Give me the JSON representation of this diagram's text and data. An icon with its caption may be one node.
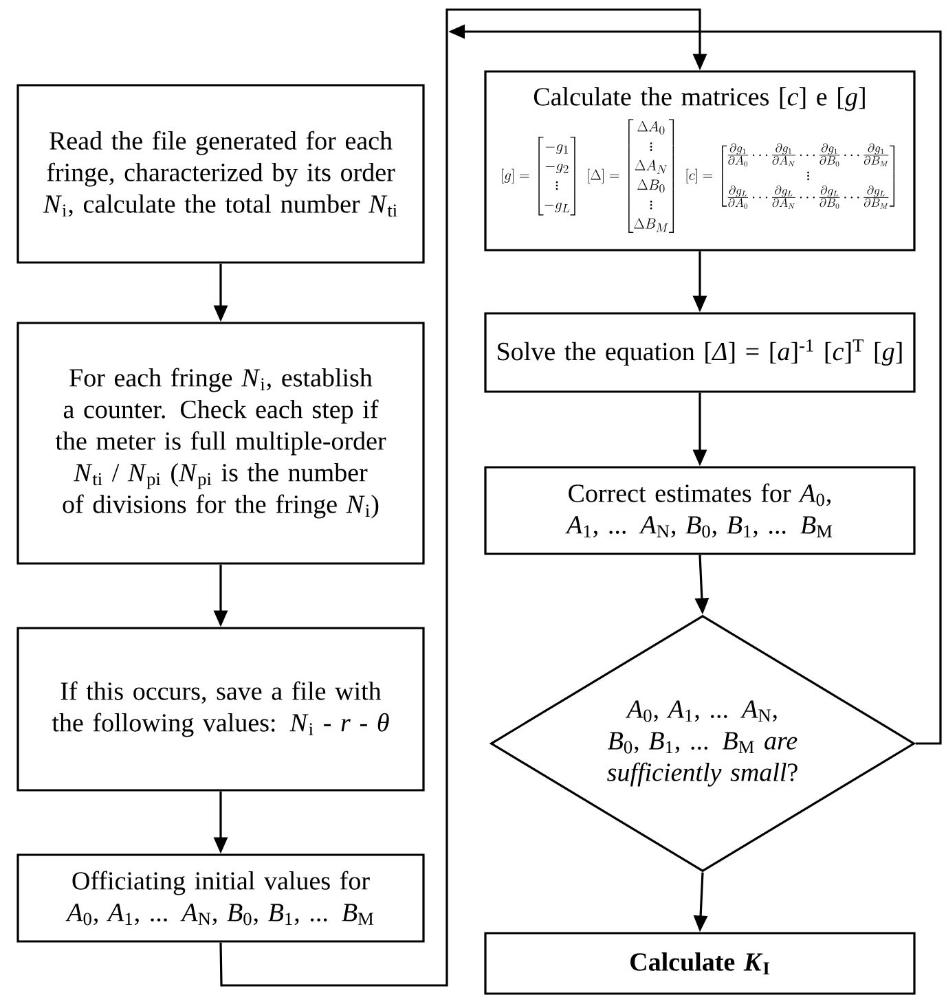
{
  "diagram": {
    "nodes": [
      {
        "text": [
          "Read the file generated for each fringe, characterized by its order *N*$_{i}$, calculate the total number *N*$_{ti}$"
        ]
      },
      {
        "text": [
          "For each fringe *N*$_{i}$, establish a counter. Check each step if the meter is full multiple-order *N*$_{ti}$ / *N*$_{pi}$ (*N*$_{pi}$ is the number of divisions for the fringe *N*$_{i}$)"
        ]
      },
      {
        "text": [
          "If this occurs, save a file with the following values: *N*$_{i}$ - *r* - *θ*"
        ]
      },
      {
        "text": [
          "Officiating initial values for *A*$_{0}$, *A*$_{1}$, ... *A*$_{N}$, *B*$_{0}$, *B*$_{1}$, ... *B*$_{M}$"
        ]
      },
      {
        "text": [
          "Calculate the matrices [*c*] e [*g*]",
          "[g]=\\begin{bmatrix}-g_1\\\\-g_2\\\\\\vdots\\\\-g_L\\end{bmatrix}\\;[\\Delta]=\\begin{bmatrix}\\Delta A_0\\\\\\vdots\\\\\\Delta A_N\\\\\\Delta B_0\\\\\\vdots\\\\\\Delta B_M\\end{bmatrix}\\;[c]=\\begin{bmatrix}\\frac{\\partial g_1}{\\partial A_0}\\cdots\\frac{\\partial g_1}{\\partial A_N}\\cdots\\frac{\\partial g_1}{\\partial B_0}\\cdots\\frac{\\partial g_1}{\\partial B_M}\\\\\\vdots\\\\\\frac{\\partial g_L}{\\partial A_0}\\cdots\\frac{\\partial g_L}{\\partial A_N}\\cdots\\frac{\\partial g_L}{\\partial B_0}\\cdots\\frac{\\partial g_L}{\\partial B_M}\\end{bmatrix}"
        ]
      },
      {
        "text": [
          "Solve the equation [*Δ*] = [*a*]$^{-1}$ [*c*]$^{T}$ [*g*]"
        ]
      },
      {
        "text": [
          "Correct estimates for *A*$_{0}$, *A*$_{1}$, ... *A*$_{N}$, *B*$_{0}$, *B*$_{1}$, ... *B*$_{M}$"
        ]
      },
      {
        "text": [
          "*A*$_{0}$, *A*$_{1}$, ... *A*$_{N}$, *B*$_{0}$, *B*$_{1}$, ... *B*$_{M}$ *are sufficiently small*?"
        ]
      },
      {
        "text": [
          "Calculate *K*$_{I}$"
        ]
      }
    ],
    "edges": [
      {
        "from": 0,
        "to": 1,
        "arrow": "to"
      },
      {
        "from": 1,
        "to": 2,
        "arrow": "to"
      },
      {
        "from": 2,
        "to": 3,
        "arrow": "to"
      },
      {
        "from": 3,
        "to": 4,
        "arrow": "to"
      },
      {
        "from": 4,
        "to": 5,
        "arrow": "to"
      },
      {
        "from": 5,
        "to": 6,
        "arrow": "to"
      },
      {
        "from": 6,
        "to": 7,
        "arrow": "to"
      },
      {
        "from": 7,
        "to": 8,
        "arrow": "to"
      },
      {
        "from": 7,
        "to": 4,
        "arrow": "to"
      }
    ]
  }
}
